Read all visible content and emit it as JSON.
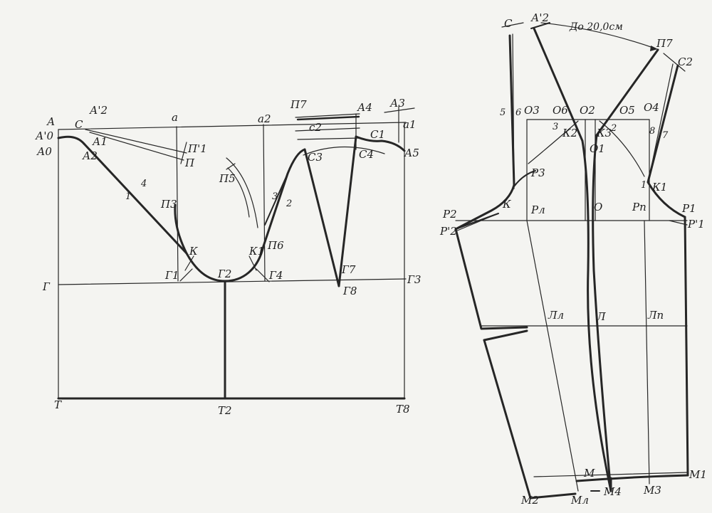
{
  "labels": {
    "A": "А",
    "A0p": "А'0",
    "A0": "А0",
    "C": "С",
    "A2p": "А'2",
    "A1": "А1",
    "A2": "А2",
    "a": "а",
    "P1p": "П'1",
    "P": "П",
    "P3": "П3",
    "K": "К",
    "G1": "Г1",
    "G2": "Г2",
    "G": "Г",
    "T_left": "Т",
    "T2": "Т2",
    "T8": "Т8",
    "G3": "Г3",
    "G4": "Г4",
    "K1": "К1",
    "P6": "П6",
    "P5": "П5",
    "a2": "а2",
    "P7": "П7",
    "c2": "с2",
    "A4": "А4",
    "A3": "А3",
    "a1": "а1",
    "C1": "С1",
    "C3": "С3",
    "C4": "С4",
    "A5": "А5",
    "G7": "Г7",
    "G8": "Г8",
    "n1": "1",
    "n4": "4",
    "n3": "3",
    "n2": "2"
  },
  "right_labels": {
    "C": "С",
    "A2p": "А'2",
    "note": "До 20,0см",
    "P7": "П7",
    "C2": "С2",
    "n5": "5",
    "n6": "6",
    "O3": "О3",
    "O6": "О6",
    "O2": "О2",
    "O5": "О5",
    "O4": "О4",
    "n3": "3",
    "K2": "К2",
    "K3": "К3",
    "n2": "2",
    "n8": "8",
    "n7": "7",
    "O1": "О1",
    "P3": "Р3",
    "K1": "К1",
    "n1": "1",
    "P2": "Р2",
    "P2p": "Р'2",
    "K": "К",
    "Pl": "Рл",
    "O": "О",
    "Pp": "Рп",
    "P1": "Р1",
    "P1p": "Р'1",
    "Ll": "Лл",
    "L": "Л",
    "Lp": "Лп",
    "M": "М",
    "M1": "М1",
    "M2": "М2",
    "Ml": "Мл",
    "M4": "М4",
    "M3": "М3"
  }
}
